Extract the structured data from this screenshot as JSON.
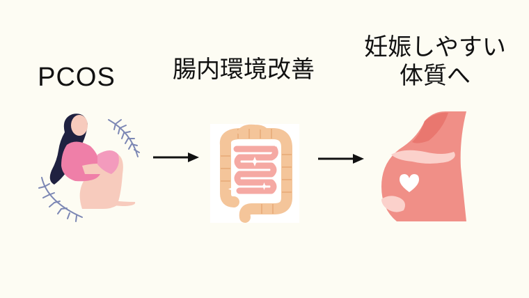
{
  "steps": [
    {
      "label": "PCOS"
    },
    {
      "label": "腸内環境改善"
    },
    {
      "label_lines": [
        "妊娠しやすい",
        "体質へ"
      ]
    }
  ],
  "colors": {
    "background": "#fdfcf3",
    "text": "#111111",
    "arrow": "#111111",
    "pink": "#ef7fa8",
    "skin": "#f7cbbd",
    "hair": "#1f2140",
    "leaf": "#7c87b4",
    "gut": "#f4c59a",
    "gut_line": "#e6a876",
    "small_intestine": "#f5a9a3",
    "belly": "#f08f87",
    "belly_light": "#fbd1cb"
  },
  "icons": [
    "woman-sitting-icon",
    "intestine-icon",
    "pregnant-belly-icon",
    "arrow-right-icon",
    "heart-icon"
  ]
}
